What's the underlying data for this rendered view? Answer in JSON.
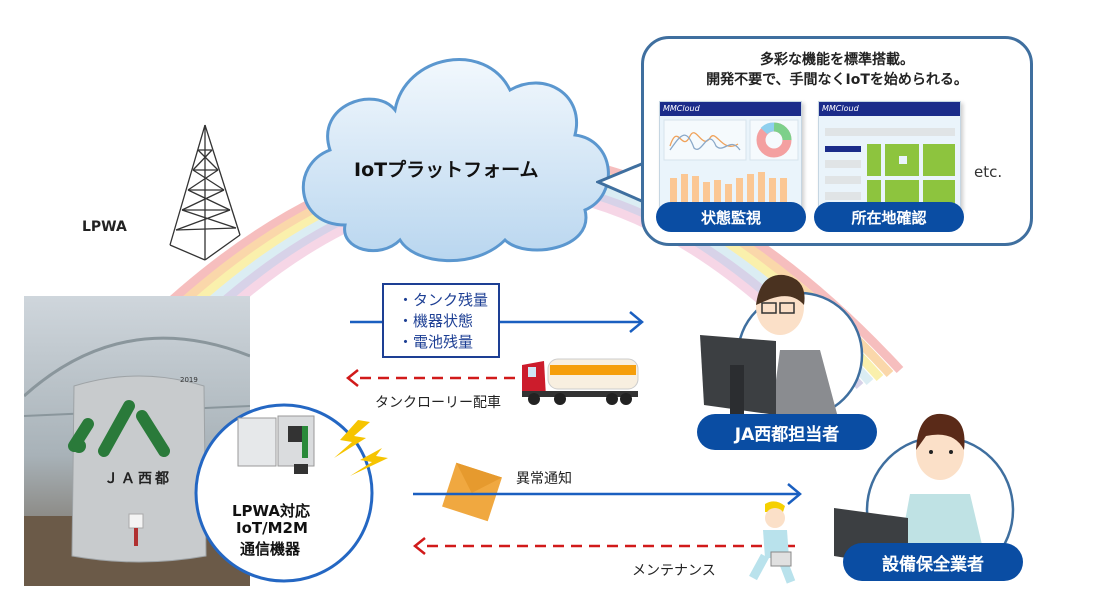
{
  "lpwa_label": "LPWA",
  "cloud": {
    "label": "IoTプラットフォーム"
  },
  "features_bubble": {
    "title_line1": "多彩な機能を標準搭載。",
    "title_line2": "開発不要で、手間なくIoTを始められる。",
    "cards": [
      {
        "brand": "MMCloud",
        "label": "状態監視"
      },
      {
        "brand": "MMCloud",
        "label": "所在地確認"
      }
    ],
    "etc": "etc."
  },
  "tank_photo": {
    "tank_text": "ＪＡ西都",
    "year": "2019"
  },
  "device_bubble": {
    "line1": "LPWA対応",
    "line2": "IoT/M2M",
    "line3": "通信機器"
  },
  "data_box": {
    "items": [
      "・タンク残量",
      "・機器状態",
      "・電池残量"
    ]
  },
  "tanker_dispatch_label": "タンクローリー配車",
  "anomaly_label": "異常通知",
  "maintenance_label": "メンテナンス",
  "roles": {
    "ja_staff": "JA西都担当者",
    "maintenance_company": "設備保全業者"
  },
  "colors": {
    "pill_blue": "#0a4da3",
    "arrow_blue": "#1a5fc0",
    "arrow_red": "#d11a1a"
  }
}
